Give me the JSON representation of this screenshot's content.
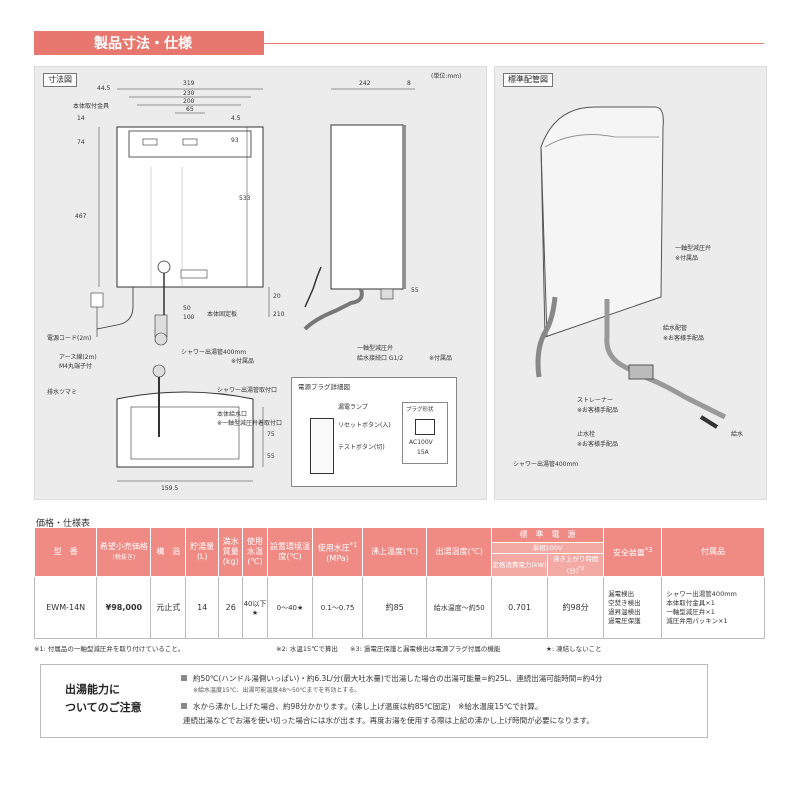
{
  "section_header": "製品寸法・仕様",
  "diagram_left": {
    "tag": "寸法図",
    "unit": "(単位:mm)",
    "dims_top": [
      "44.5",
      "319",
      "230",
      "200",
      "65"
    ],
    "dim_242": "242",
    "dim_8": "8",
    "dim_14": "14",
    "dim_74": "74",
    "dim_467": "467",
    "dim_533": "533",
    "dim_93": "93",
    "dim_45": "4.5",
    "dim_20": "20",
    "dim_210": "210",
    "dim_50": "50",
    "dim_100": "100",
    "dim_55": "55",
    "dim_75": "75",
    "dim_55b": "55",
    "dim_1595": "159.5",
    "lbl_mount": "本体取付金具",
    "lbl_mount_screw": "本体固定板",
    "lbl_power_cord": "電源コード(2m)",
    "lbl_earth": "アース線(2m)",
    "lbl_earth2": "M4丸端子付",
    "lbl_shower_hose": "シャワー出湯管400mm",
    "lbl_shower_hose_note": "※付属品",
    "lbl_relief": "一軸型減圧弁",
    "lbl_inlet": "給水接続口 G1/2",
    "lbl_inlet_note": "※付属品",
    "lbl_drain": "排水ツマミ",
    "lbl_shower_mount": "シャワー出湯管取付口",
    "lbl_water_inlet": "本体給水口",
    "lbl_water_inlet_note": "※一軸型減圧弁着取付口"
  },
  "plug_box": {
    "title": "電源プラグ詳細図",
    "lamp": "漏電ランプ",
    "reset": "リセットボタン(入)",
    "test": "テストボタン(切)",
    "plug_type_title": "プラグ形状",
    "plug_spec": "AC100V",
    "plug_amp": "15A"
  },
  "diagram_right": {
    "tag": "標準配管図",
    "lbl_relief": "一軸型減圧弁",
    "lbl_relief_note": "※付属品",
    "lbl_pipe": "給水配管",
    "lbl_pipe_note": "※お客様手配品",
    "lbl_strainer": "ストレーナー",
    "lbl_strainer_note": "※お客様手配品",
    "lbl_stop": "止水栓",
    "lbl_stop_note": "※お客様手配品",
    "lbl_supply": "給水",
    "lbl_hose": "シャワー出湯管400mm"
  },
  "table": {
    "label": "価格・仕様表",
    "headers": {
      "model": "型　番",
      "price": "希望小売価格",
      "price_note": "(税抜き)",
      "struct": "構　造",
      "capacity": "貯湯量",
      "capacity_unit": "(L)",
      "weight": "満水質量",
      "weight_unit": "(kg)",
      "use_temp": "使用水温",
      "use_temp_unit": "(℃)",
      "env_temp": "設置環境温度(℃)",
      "pressure": "使用水圧",
      "pressure_note": "*1",
      "pressure_unit": "(MPa)",
      "boil_temp": "沸上温度(℃)",
      "out_temp": "出湯温度(℃)",
      "power_group": "標　準　電　源",
      "power_sub": "単相100V",
      "power_consume": "定格消費電力(kW)",
      "boil_time": "沸き上がり時間(分)",
      "boil_time_note": "*2",
      "safety": "安全装置",
      "safety_note": "*3",
      "accessories": "付属品"
    },
    "row": {
      "model": "EWM-14N",
      "price": "¥98,000",
      "struct": "元止式",
      "capacity": "14",
      "weight": "26",
      "use_temp": "40以下★",
      "env_temp": "0〜40★",
      "pressure": "0.1〜0.75",
      "boil_temp": "約85",
      "out_temp": "給水温度〜約50",
      "power": "0.701",
      "boil_time": "約98分",
      "safety": [
        "漏電検出",
        "空焚き検出",
        "過昇温検出",
        "過電圧保護"
      ],
      "accessories": [
        "シャワー出湯管400mm",
        "本体取付金具×1",
        "一軸型減圧弁×1",
        "減圧弁用パッキン×1"
      ]
    },
    "notes": [
      "※1: 付属品の一軸型減圧弁を取り付けていること。",
      "※2: 水温15℃で算出",
      "※3: 過電圧保護と漏電検出は電源プラグ付属の機能",
      "★: 凍結しないこと"
    ]
  },
  "care": {
    "title_line1": "出湯能力に",
    "title_line2": "ついてのご注意",
    "line1": "約50℃(ハンドル湯側いっぱい)・約6.3L/分(最大吐水量)で出湯した場合の出湯可能量=約25L、連続出湯可能時間=約4分",
    "line1_sub": "※給水温度15℃、出湯可能温度48〜50℃までを有効とする。",
    "line2": "水から沸かし上げた場合、約98分かかります。(沸し上げ温度は約85℃固定)　※給水温度15℃で計算。",
    "line3": "連続出湯などでお湯を使い切った場合には水が出ます。再度お湯を使用する際は上記の沸かし上げ時間が必要になります。"
  },
  "colors": {
    "accent": "#e8776f",
    "table_header": "#ef8a84",
    "panel_bg": "#ececec"
  }
}
